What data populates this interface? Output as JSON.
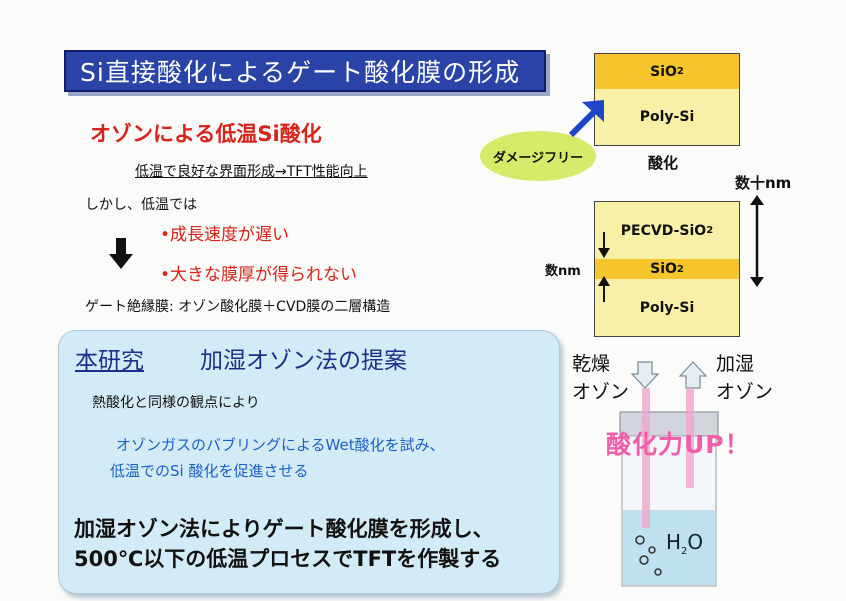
{
  "title": "Si直接酸化によるゲート酸化膜の形成",
  "ozone_section": {
    "heading": "オゾンによる低温Si酸化",
    "benefit": "低温で良好な界面形成→TFT性能向上",
    "however": "しかし、低温では",
    "issues": [
      "•成長速度が遅い",
      "•大きな膜厚が得られない"
    ],
    "gate_insulator": "ゲート絶縁膜: オゾン酸化膜＋CVD膜の二層構造"
  },
  "proposal": {
    "label": "本研究",
    "title": "加湿オゾン法の提案",
    "thermal": "熱酸化と同様の観点により",
    "bubbling_line1": "オゾンガスのバブリングによるWet酸化を試み、",
    "bubbling_line2": "低温でのSi 酸化を促進させる",
    "conclusion_line1": "加湿オゾン法によりゲート酸化膜を形成し、",
    "conclusion_line2": "500℃以下の低温プロセスでTFTを作製する"
  },
  "diagram": {
    "stack_a": {
      "top": "SiO",
      "top_sub": "2",
      "bottom": "Poly-Si"
    },
    "damage_free": "ダメージフリー",
    "oxidation": "酸化",
    "stack_b": {
      "top": "PECVD-SiO",
      "top_sub": "2",
      "middle": "SiO",
      "middle_sub": "2",
      "bottom": "Poly-Si"
    },
    "tens_nm": "数十nm",
    "few_nm": "数nm",
    "dry_ozone": [
      "乾燥",
      "オゾン"
    ],
    "humid_ozone": [
      "加湿",
      "オゾン"
    ],
    "power_up": "酸化力UP！",
    "h2o": "H",
    "h2o_sub": "2",
    "h2o_tail": "O"
  },
  "colors": {
    "title_bg": "#2a43a6",
    "accent_red": "#d8231a",
    "accent_blue": "#1a60c8",
    "pink": "#f25ca8",
    "sio2": "#f6c52c",
    "poly": "#f8f0a6"
  }
}
